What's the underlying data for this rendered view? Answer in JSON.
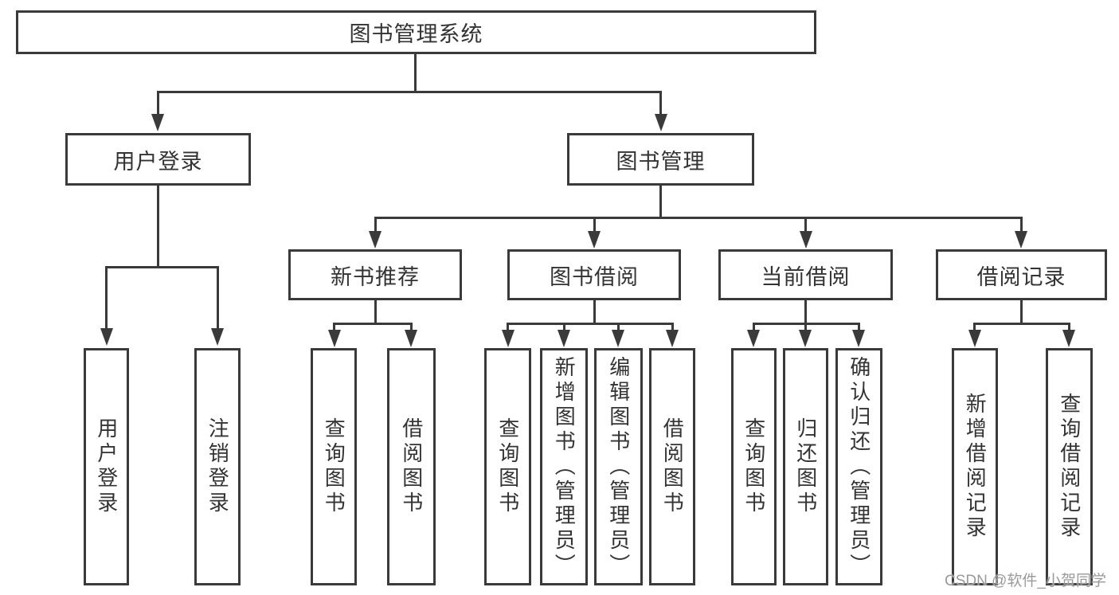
{
  "diagram": {
    "title": "图书管理系统",
    "root": {
      "label": "图书管理系统"
    },
    "level2": [
      {
        "label": "用户登录"
      },
      {
        "label": "图书管理"
      }
    ],
    "level3": [
      {
        "label": "新书推荐",
        "parent": "图书管理"
      },
      {
        "label": "图书借阅",
        "parent": "图书管理"
      },
      {
        "label": "当前借阅",
        "parent": "图书管理"
      },
      {
        "label": "借阅记录",
        "parent": "图书管理"
      }
    ],
    "leaves": [
      {
        "label": "用户登录",
        "parent": "用户登录"
      },
      {
        "label": "注销登录",
        "parent": "用户登录"
      },
      {
        "label": "查询图书",
        "parent": "新书推荐"
      },
      {
        "label": "借阅图书",
        "parent": "新书推荐"
      },
      {
        "label": "查询图书",
        "parent": "图书借阅"
      },
      {
        "label": "新增图书（管理员）",
        "parent": "图书借阅"
      },
      {
        "label": "编辑图书（管理员）",
        "parent": "图书借阅"
      },
      {
        "label": "借阅图书",
        "parent": "图书借阅"
      },
      {
        "label": "查询图书",
        "parent": "当前借阅"
      },
      {
        "label": "归还图书",
        "parent": "当前借阅"
      },
      {
        "label": "确认归还（管理员）",
        "parent": "当前借阅"
      },
      {
        "label": "新增借阅记录",
        "parent": "借阅记录"
      },
      {
        "label": "查询借阅记录",
        "parent": "借阅记录"
      }
    ]
  },
  "watermark": {
    "text": "CSDN @软件_小贺同学"
  },
  "colors": {
    "line": "#3a3a3a",
    "text": "#333333",
    "background": "#ffffff",
    "watermark": "#9a9a9a"
  }
}
